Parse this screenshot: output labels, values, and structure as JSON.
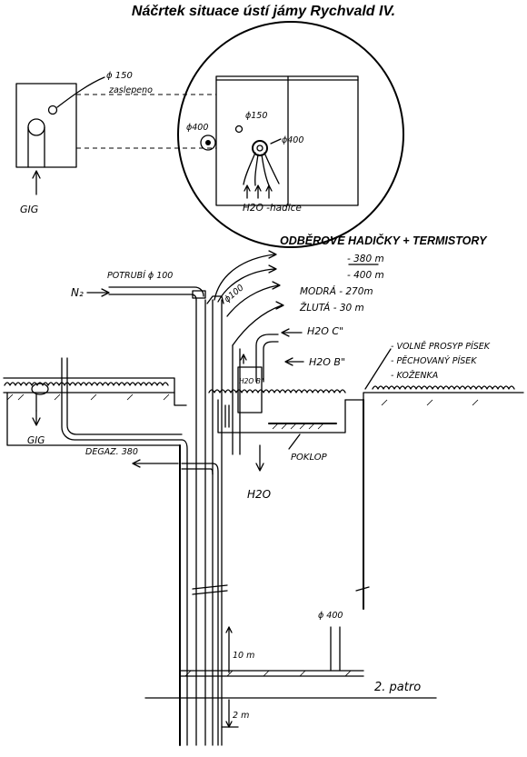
{
  "title": "Náčrtek situace ústí jámy Rychvald IV.",
  "subtitle": "ODBĚROVÉ HADIČKY + TERMISTORY",
  "top_view": {
    "blind_label": "ϕ 150",
    "blind_note": "zaslepeno",
    "gig_label": "GIG",
    "d400_left": "ϕ400",
    "d150": "ϕ150",
    "d400_right": "ϕ400",
    "h2o_hoses": "H2O -hadice"
  },
  "section": {
    "n2": "N₂",
    "pipe_n2": "POTRUBÍ ϕ 100",
    "d100": "ϕ100",
    "depth_380": "- 380 m",
    "depth_400": "- 400 m",
    "modra": "MODRÁ - 270m",
    "zluta": "ŽLUTÁ - 30 m",
    "h2o_c": "H2O C\"",
    "h2o_b": "H2O B\"",
    "h2o_b_small": "H2O B\"",
    "sand_loose": "- VOLNĚ PROSYP PÍSEK",
    "sand_tamped": "- PĚCHOVANÝ PÍSEK",
    "leather": "- KOŽENKA",
    "gig": "GIG",
    "degaz": "DEGAZ. 380",
    "poklop": "POKLOP",
    "h2o_out": "H2O",
    "d400": "ϕ 400",
    "m10": "10 m",
    "m2": "2 m",
    "floor2": "2. patro"
  }
}
